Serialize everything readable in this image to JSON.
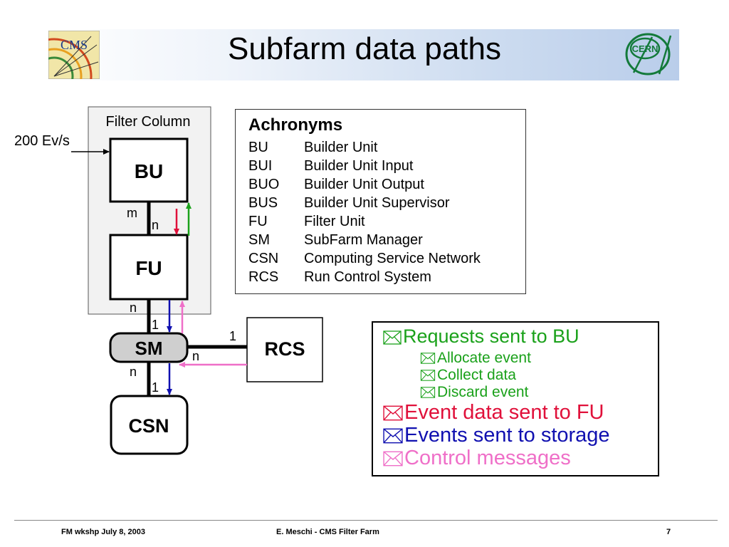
{
  "slide": {
    "title": "Subfarm data paths"
  },
  "logos": {
    "cms_text": "CMS",
    "cern_text": "CERN"
  },
  "diagram": {
    "filter_column_label": "Filter Column",
    "input_rate": "200 Ev/s",
    "nodes": {
      "bu": "BU",
      "fu": "FU",
      "sm": "SM",
      "rcs": "RCS",
      "csn": "CSN"
    },
    "multiplicity": {
      "bu_fu_top": "m",
      "bu_fu_bottom": "n",
      "fu_sm_top": "n",
      "fu_sm_bottom": "1",
      "sm_rcs_right": "1",
      "sm_rcs_left": "n",
      "sm_csn_top": "n",
      "sm_csn_bottom": "1"
    }
  },
  "acronyms": {
    "title": "Achronyms",
    "items": [
      {
        "abbr": "BU",
        "full": "Builder Unit"
      },
      {
        "abbr": "BUI",
        "full": "Builder Unit Input"
      },
      {
        "abbr": "BUO",
        "full": "Builder Unit Output"
      },
      {
        "abbr": "BUS",
        "full": "Builder Unit Supervisor"
      },
      {
        "abbr": "FU",
        "full": "Filter Unit"
      },
      {
        "abbr": "SM",
        "full": "SubFarm Manager"
      },
      {
        "abbr": "CSN",
        "full": "Computing Service Network"
      },
      {
        "abbr": "RCS",
        "full": "Run Control System"
      }
    ]
  },
  "legend": {
    "requests": "Requests sent to BU",
    "allocate": "Allocate event",
    "collect": "Collect data",
    "discard": "Discard event",
    "event_data": "Event data sent to FU",
    "events_storage": "Events sent to storage",
    "control": "Control messages",
    "colors": {
      "green": "#1aa11a",
      "red": "#e0103a",
      "blue": "#1010b0",
      "pink": "#ef6fc8"
    },
    "icon": "envelope-icon"
  },
  "footer": {
    "left": "FM wkshp July 8, 2003",
    "center": "E. Meschi - CMS Filter Farm",
    "page": "7"
  }
}
